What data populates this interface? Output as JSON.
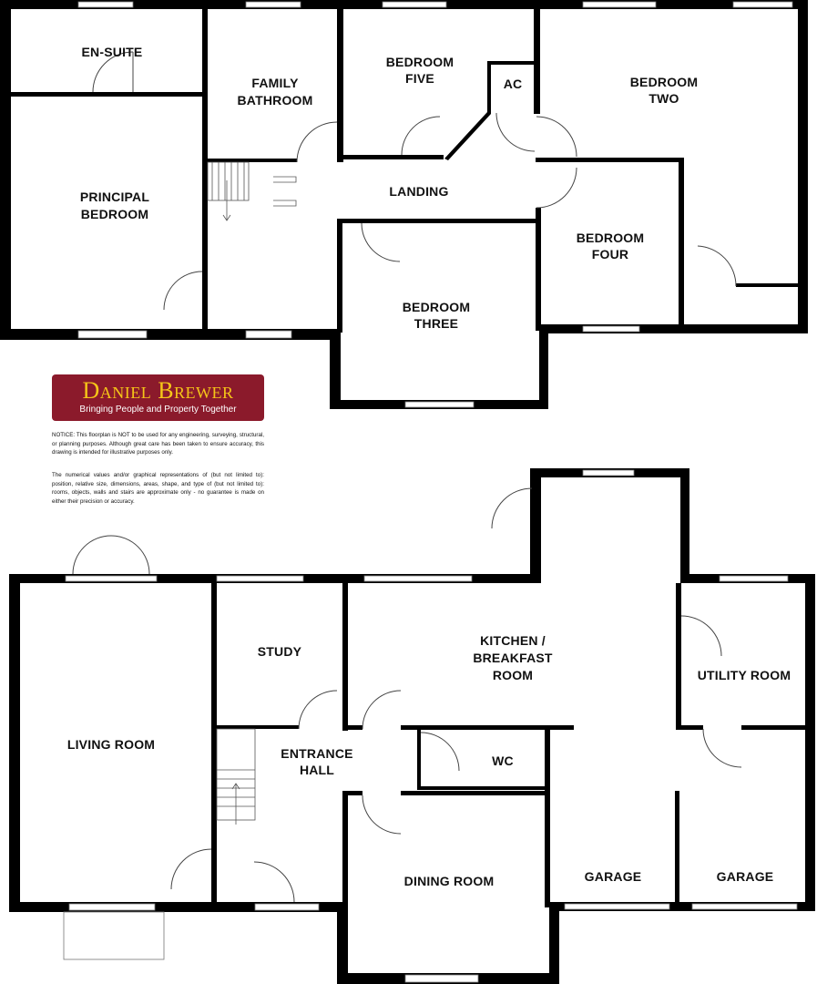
{
  "brand": {
    "name": "Daniel Brewer",
    "tagline": "Bringing People and Property Together",
    "color": "#8b1a2b",
    "name_color": "#f5c518"
  },
  "notices": [
    "NOTICE: This floorplan is NOT to be used for any engineering, surveying, structural, or planning purposes. Although great care has been taken to ensure accuracy, this drawing is intended for illustrative purposes only.",
    "The numerical values and/or graphical representations of (but not limited to): position, relative size, dimensions, areas, shape, and type of (but not limited to): rooms, objects, walls and stairs are approximate only - no guarantee is made on either their precision or accuracy."
  ],
  "first_floor": {
    "rooms": {
      "en_suite": "EN-SUITE",
      "family_bathroom": [
        "FAMILY",
        "BATHROOM"
      ],
      "bedroom_five": [
        "BEDROOM",
        "FIVE"
      ],
      "ac": "AC",
      "bedroom_two": [
        "BEDROOM",
        "TWO"
      ],
      "principal_bedroom": [
        "PRINCIPAL",
        "BEDROOM"
      ],
      "landing": "LANDING",
      "bedroom_four": [
        "BEDROOM",
        "FOUR"
      ],
      "bedroom_three": [
        "BEDROOM",
        "THREE"
      ]
    }
  },
  "ground_floor": {
    "rooms": {
      "study": "STUDY",
      "kitchen": [
        "KITCHEN /",
        "BREAKFAST",
        "ROOM"
      ],
      "utility_room": "UTILITY ROOM",
      "living_room": "LIVING ROOM",
      "entrance_hall": [
        "ENTRANCE",
        "HALL"
      ],
      "wc": "WC",
      "dining_room": "DINING ROOM",
      "garage_left": "GARAGE",
      "garage_right": "GARAGE"
    }
  }
}
